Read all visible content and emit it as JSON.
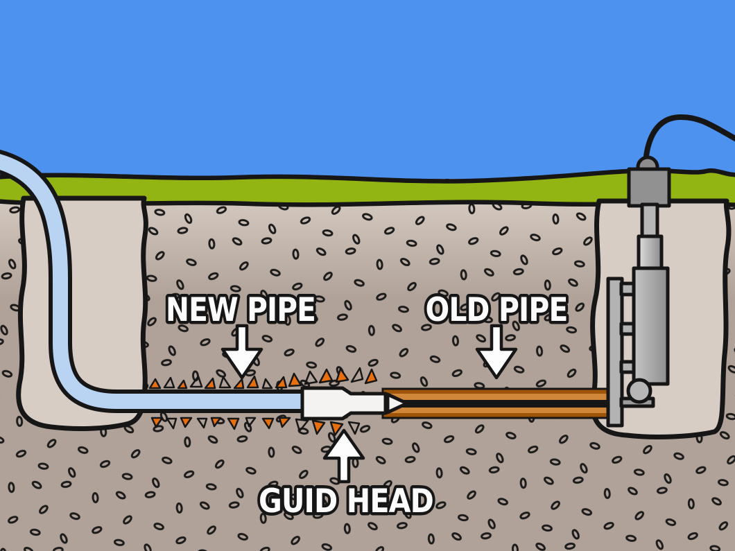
{
  "illustration": {
    "labels": {
      "new_pipe": "NEW PIPE",
      "old_pipe": "OLD PIPE",
      "guide_head": "GUID HEAD"
    },
    "colors": {
      "sky": "#4e92f0",
      "grass": "#92b513",
      "soil": "#b0a298",
      "pit": "#d8cdc5",
      "outline": "#161616",
      "new-pipe": "#b9d3f2",
      "old-pipe-dark": "#9e5409",
      "old-pipe-light": "#d0873a",
      "pipe-core": "#161616",
      "debris": "#e86f0e",
      "machine": "#aaaaaa",
      "head": "#f4f3f1",
      "label-text": "#fcfcfc"
    }
  }
}
